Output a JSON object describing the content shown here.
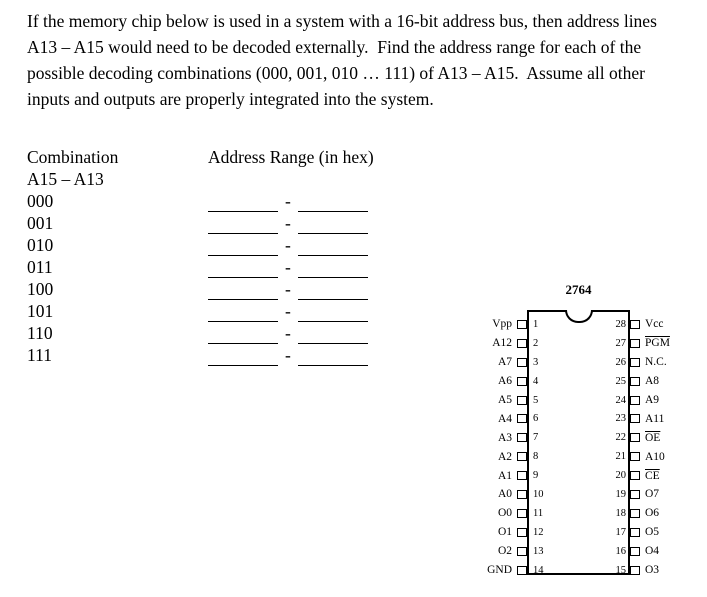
{
  "problem": {
    "text": "If the memory chip below is used in a system with a 16-bit address bus, then address lines A13 – A15 would need to be decoded externally.  Find the address range for each of the possible decoding combinations (000, 001, 010 … 111) of A13 – A15.  Assume all other inputs and outputs are properly integrated into the system."
  },
  "table": {
    "col1_header": "Combination",
    "col2_header": "Address Range (in hex)",
    "col1_subheader": "A15 – A13",
    "separator": "-",
    "rows": [
      {
        "combination": "000",
        "range_start": "",
        "range_end": ""
      },
      {
        "combination": "001",
        "range_start": "",
        "range_end": ""
      },
      {
        "combination": "010",
        "range_start": "",
        "range_end": ""
      },
      {
        "combination": "011",
        "range_start": "",
        "range_end": ""
      },
      {
        "combination": "100",
        "range_start": "",
        "range_end": ""
      },
      {
        "combination": "101",
        "range_start": "",
        "range_end": ""
      },
      {
        "combination": "110",
        "range_start": "",
        "range_end": ""
      },
      {
        "combination": "111",
        "range_start": "",
        "range_end": ""
      }
    ]
  },
  "chip": {
    "title": "2764",
    "left_pins": [
      {
        "label": "Vpp",
        "number": "1",
        "overline": false
      },
      {
        "label": "A12",
        "number": "2",
        "overline": false
      },
      {
        "label": "A7",
        "number": "3",
        "overline": false
      },
      {
        "label": "A6",
        "number": "4",
        "overline": false
      },
      {
        "label": "A5",
        "number": "5",
        "overline": false
      },
      {
        "label": "A4",
        "number": "6",
        "overline": false
      },
      {
        "label": "A3",
        "number": "7",
        "overline": false
      },
      {
        "label": "A2",
        "number": "8",
        "overline": false
      },
      {
        "label": "A1",
        "number": "9",
        "overline": false
      },
      {
        "label": "A0",
        "number": "10",
        "overline": false
      },
      {
        "label": "O0",
        "number": "11",
        "overline": false
      },
      {
        "label": "O1",
        "number": "12",
        "overline": false
      },
      {
        "label": "O2",
        "number": "13",
        "overline": false
      },
      {
        "label": "GND",
        "number": "14",
        "overline": false
      }
    ],
    "right_pins": [
      {
        "label": "Vcc",
        "number": "28",
        "overline": false
      },
      {
        "label": "PGM",
        "number": "27",
        "overline": true
      },
      {
        "label": "N.C.",
        "number": "26",
        "overline": false
      },
      {
        "label": "A8",
        "number": "25",
        "overline": false
      },
      {
        "label": "A9",
        "number": "24",
        "overline": false
      },
      {
        "label": "A11",
        "number": "23",
        "overline": false
      },
      {
        "label": "OE",
        "number": "22",
        "overline": true
      },
      {
        "label": "A10",
        "number": "21",
        "overline": false
      },
      {
        "label": "CE",
        "number": "20",
        "overline": true
      },
      {
        "label": "O7",
        "number": "19",
        "overline": false
      },
      {
        "label": "O6",
        "number": "18",
        "overline": false
      },
      {
        "label": "O5",
        "number": "17",
        "overline": false
      },
      {
        "label": "O4",
        "number": "16",
        "overline": false
      },
      {
        "label": "O3",
        "number": "15",
        "overline": false
      }
    ]
  }
}
